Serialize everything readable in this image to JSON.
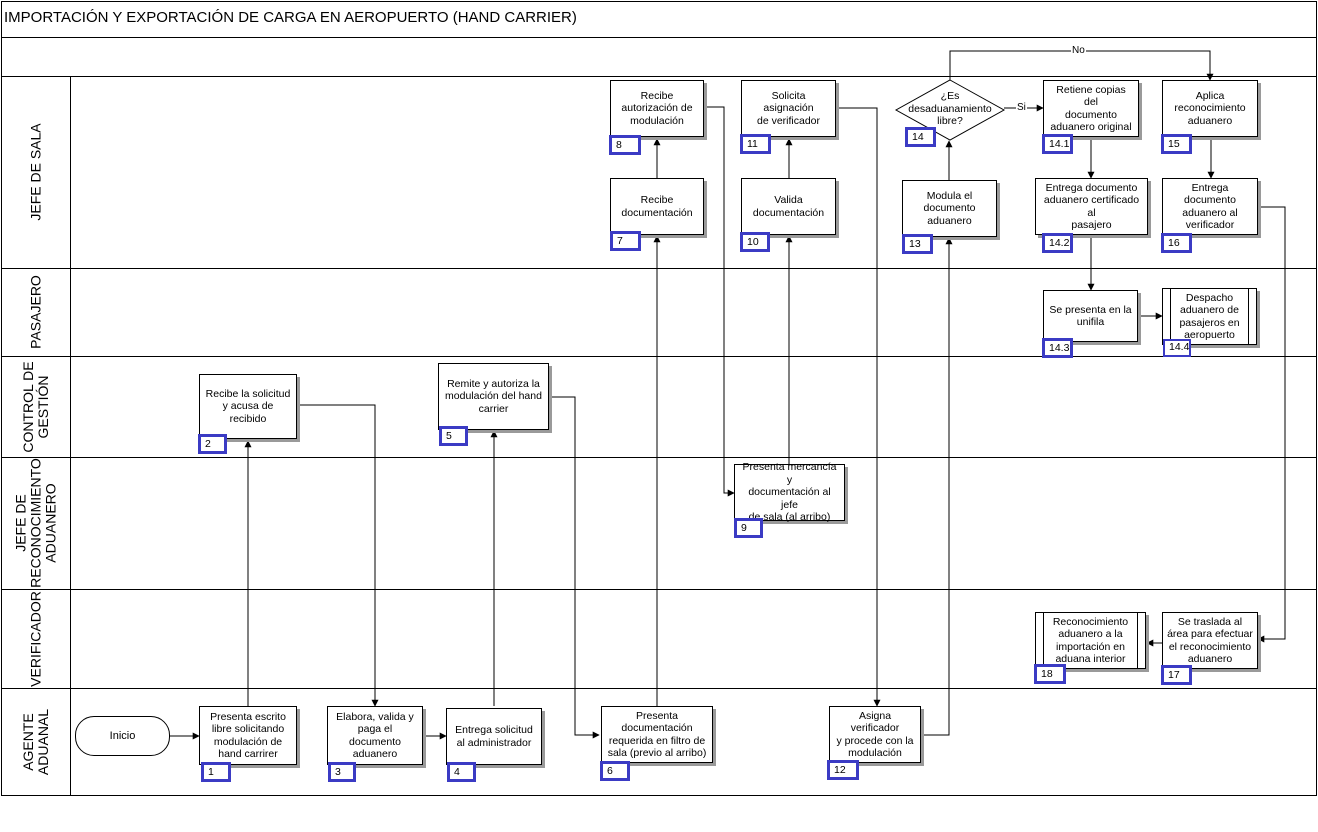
{
  "diagram": {
    "title": "IMPORTACIÓN Y EXPORTACIÓN DE CARGA EN AEROPUERTO (HAND CARRIER)",
    "lanes": {
      "jefe_sala": "JEFE DE SALA",
      "pasajero": "PASAJERO",
      "control_gestion": "CONTROL DE\nGESTIÓN",
      "jefe_reconocimiento": "JEFE DE\nRECONOCIMIENTO\nADUANERO",
      "verificador": "VERIFICADOR",
      "agente_aduanal": "AGENTE\nADUANAL"
    },
    "start": "Inicio",
    "steps": {
      "s1": {
        "text": "Presenta escrito\nlibre solicitando\nmodulación de\nhand carrirer",
        "num": "1"
      },
      "s2": {
        "text": "Recibe la solicitud\ny acusa de\nrecibido",
        "num": "2"
      },
      "s3": {
        "text": "Elabora, valida y\npaga el\ndocumento\naduanero",
        "num": "3"
      },
      "s4": {
        "text": "Entrega solicitud\nal administrador",
        "num": "4"
      },
      "s5": {
        "text": "Remite y autoriza la\nmodulación del hand\ncarrier",
        "num": "5"
      },
      "s6": {
        "text": "Presenta\ndocumentación\nrequerida en filtro de\nsala (previo al arribo)",
        "num": "6"
      },
      "s7": {
        "text": "Recibe\ndocumentación",
        "num": "7"
      },
      "s8": {
        "text": "Recibe\nautorización de\nmodulación",
        "num": "8"
      },
      "s9": {
        "text": "Presenta mercancía y\ndocumentación al jefe\nde sala (al arribo)",
        "num": "9"
      },
      "s10": {
        "text": "Valida\ndocumentación",
        "num": "10"
      },
      "s11": {
        "text": "Solicita asignación\nde verificador",
        "num": "11"
      },
      "s12": {
        "text": "Asigna verificador\ny procede con la\nmodulación",
        "num": "12"
      },
      "s13": {
        "text": "Modula el\ndocumento\naduanero",
        "num": "13"
      },
      "s14": {
        "text": "¿Es\ndesaduanamiento\nlibre?",
        "num": "14"
      },
      "s14_1": {
        "text": "Retiene copias del\ndocumento\naduanero original",
        "num": "14.1"
      },
      "s14_2": {
        "text": "Entrega documento\naduanero certificado al\npasajero",
        "num": "14.2"
      },
      "s14_3": {
        "text": "Se presenta en la\nunifila",
        "num": "14.3"
      },
      "s14_4": {
        "text": "Despacho\naduanero de\npasajeros en\naeropuerto",
        "num": "14.4"
      },
      "s15": {
        "text": "Aplica\nreconocimiento\naduanero",
        "num": "15"
      },
      "s16": {
        "text": "Entrega\ndocumento\naduanero al\nverificador",
        "num": "16"
      },
      "s17": {
        "text": "Se traslada al\nárea para efectuar\nel reconocimiento\naduanero",
        "num": "17"
      },
      "s18": {
        "text": "Reconocimiento\naduanero a la\nimportación en\naduana interior",
        "num": "18"
      }
    },
    "labels": {
      "yes": "Si",
      "no": "No"
    }
  }
}
